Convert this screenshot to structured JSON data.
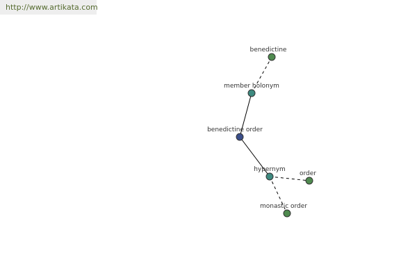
{
  "banner": {
    "url_text": "http://www.artikata.com"
  },
  "graph": {
    "colors": {
      "center": "#3a4e8a",
      "relation": "#3e8a80",
      "leaf": "#4f8a4f",
      "url": "#556b2f"
    },
    "nodes": [
      {
        "id": "benedictine",
        "label": "benedictine",
        "kind": "leaf"
      },
      {
        "id": "member-holonym",
        "label": "member holonym",
        "kind": "relation"
      },
      {
        "id": "benedictine-order",
        "label": "benedictine order",
        "kind": "center"
      },
      {
        "id": "hypernym",
        "label": "hypernym",
        "kind": "relation"
      },
      {
        "id": "order",
        "label": "order",
        "kind": "leaf"
      },
      {
        "id": "monastic-order",
        "label": "monastic order",
        "kind": "leaf"
      }
    ],
    "edges": [
      {
        "from": "member-holonym",
        "to": "benedictine",
        "style": "dashed"
      },
      {
        "from": "benedictine-order",
        "to": "member-holonym",
        "style": "solid"
      },
      {
        "from": "benedictine-order",
        "to": "hypernym",
        "style": "solid"
      },
      {
        "from": "hypernym",
        "to": "order",
        "style": "dashed"
      },
      {
        "from": "hypernym",
        "to": "monastic-order",
        "style": "dashed"
      }
    ]
  }
}
